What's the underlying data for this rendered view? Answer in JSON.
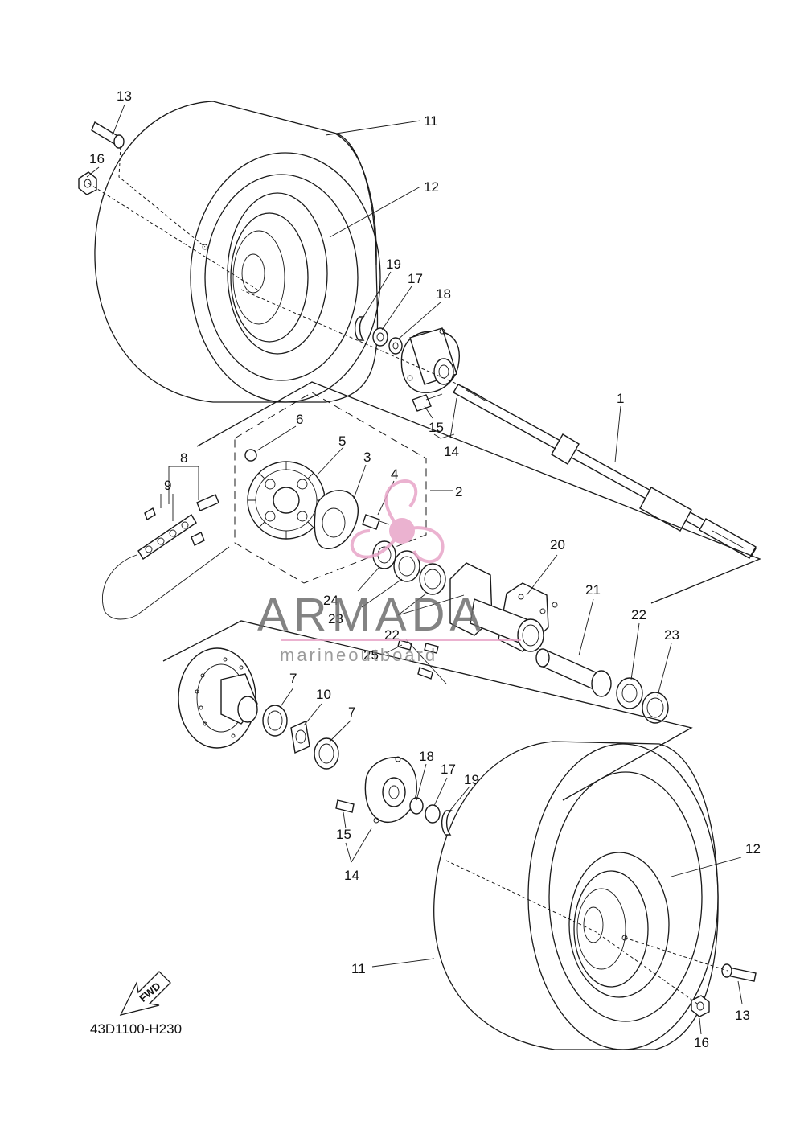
{
  "diagram": {
    "code": "43D1100-H230",
    "fwd_label": "FWD",
    "watermark": {
      "brand": "ARMADA",
      "tagline": "marineoutboard"
    },
    "callouts": [
      "1",
      "2",
      "3",
      "4",
      "5",
      "6",
      "7",
      "7",
      "8",
      "9",
      "10",
      "11",
      "11",
      "12",
      "12",
      "13",
      "13",
      "14",
      "14",
      "15",
      "15",
      "16",
      "16",
      "17",
      "17",
      "18",
      "18",
      "19",
      "19",
      "20",
      "21",
      "22",
      "22",
      "23",
      "23",
      "24",
      "25"
    ]
  }
}
